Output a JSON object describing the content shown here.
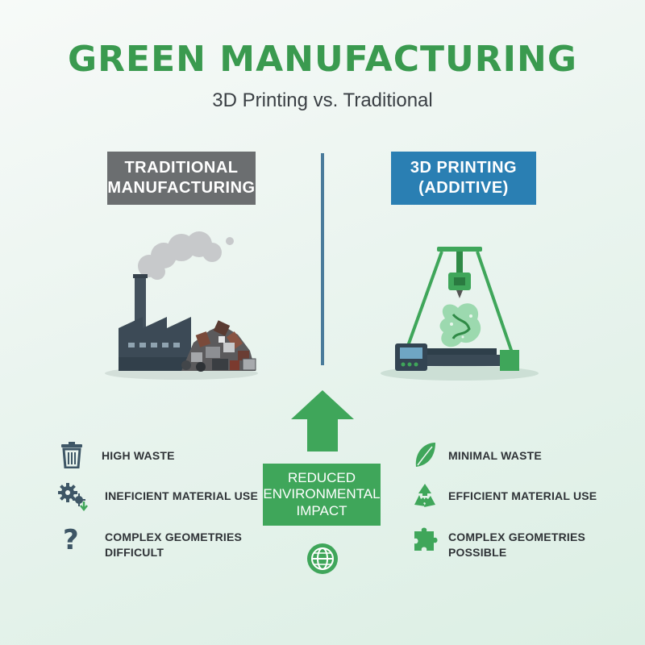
{
  "title": "GREEN MANUFACTURING",
  "subtitle": "3D Printing vs. Traditional",
  "traditional": {
    "header": [
      "TRADITIONAL",
      "MANUFACTURING"
    ],
    "features": [
      {
        "icon": "trash-icon",
        "lines": [
          "HIGH WASTE"
        ]
      },
      {
        "icon": "gears-down-icon",
        "lines": [
          "INEFICIENT MATERIAL USE"
        ]
      },
      {
        "icon": "question-icon",
        "lines": [
          "COMPLEX GEOMETRIES",
          "DIFFICULT"
        ]
      }
    ]
  },
  "printing": {
    "header": [
      "3D PRINTING",
      "(ADDITIVE)"
    ],
    "features": [
      {
        "icon": "leaf-icon",
        "lines": [
          "MINIMAL WASTE"
        ]
      },
      {
        "icon": "recycle-icon",
        "lines": [
          "EFFICIENT MATERIAL USE"
        ]
      },
      {
        "icon": "puzzle-icon",
        "lines": [
          "COMPLEX GEOMETRIES",
          "POSSIBLE"
        ]
      }
    ]
  },
  "center": {
    "lines": [
      "REDUCED",
      "ENVIRONMENTAL",
      "IMPACT"
    ],
    "icon": "globe-icon"
  },
  "colors": {
    "green": "#3a9a4f",
    "gray_box": "#6b6e70",
    "blue_box": "#2a7fb3",
    "divider": "#4a7b9b"
  }
}
